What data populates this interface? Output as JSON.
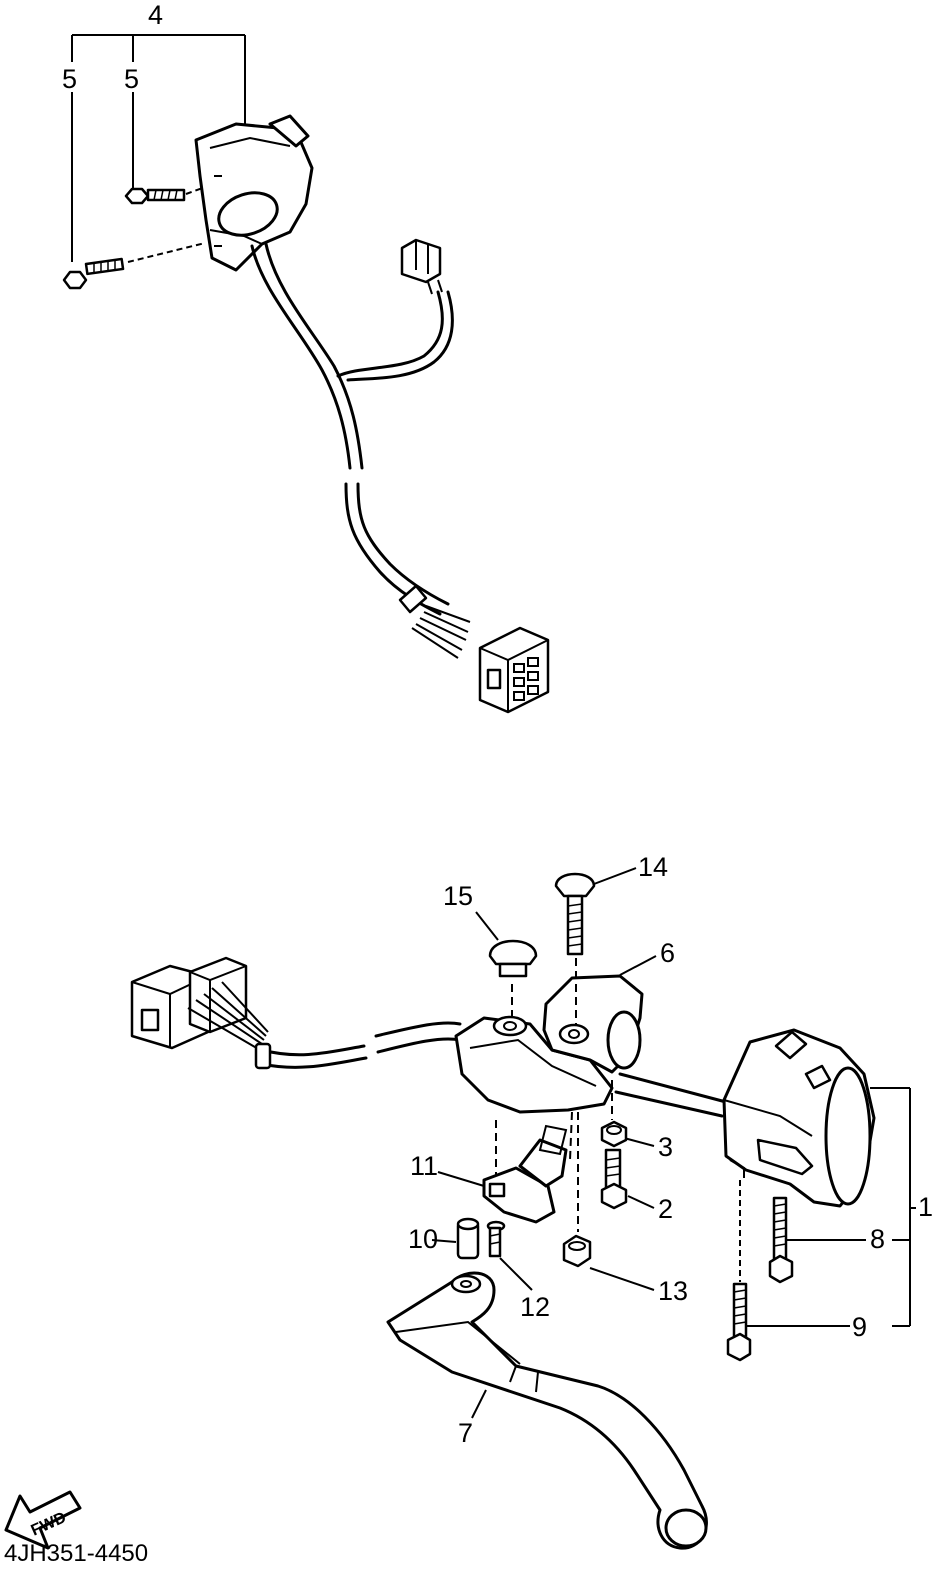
{
  "diagram": {
    "callouts": [
      "1",
      "2",
      "3",
      "4",
      "5",
      "5",
      "6",
      "7",
      "8",
      "9",
      "10",
      "11",
      "12",
      "13",
      "14",
      "15"
    ],
    "direction_label": "FWD",
    "reference_code": "4JH351-4450"
  }
}
